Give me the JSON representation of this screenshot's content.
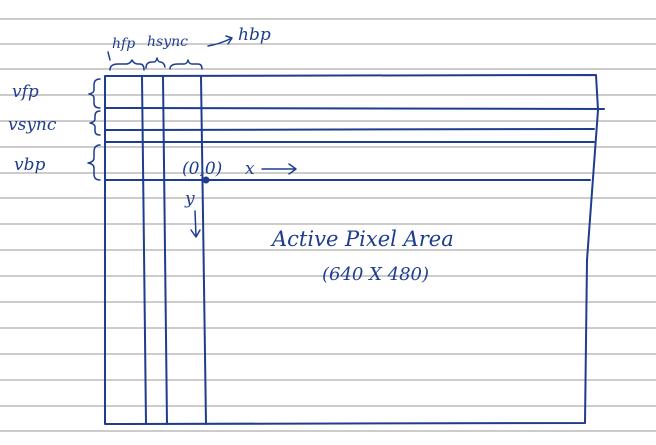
{
  "labels": {
    "hfp": "hfp",
    "hsync": "hsync",
    "hbp": "hbp",
    "vfp": "vfp",
    "vsync": "vsync",
    "vbp": "vbp",
    "origin": "(0,0)",
    "x_axis": "x",
    "y_axis": "y",
    "active_area": "Active Pixel Area",
    "resolution": "(640 X 480)"
  },
  "colors": {
    "ink": "#1e3d8f",
    "paper": "#ffffff",
    "ruled_line": "#9a9a9a"
  }
}
